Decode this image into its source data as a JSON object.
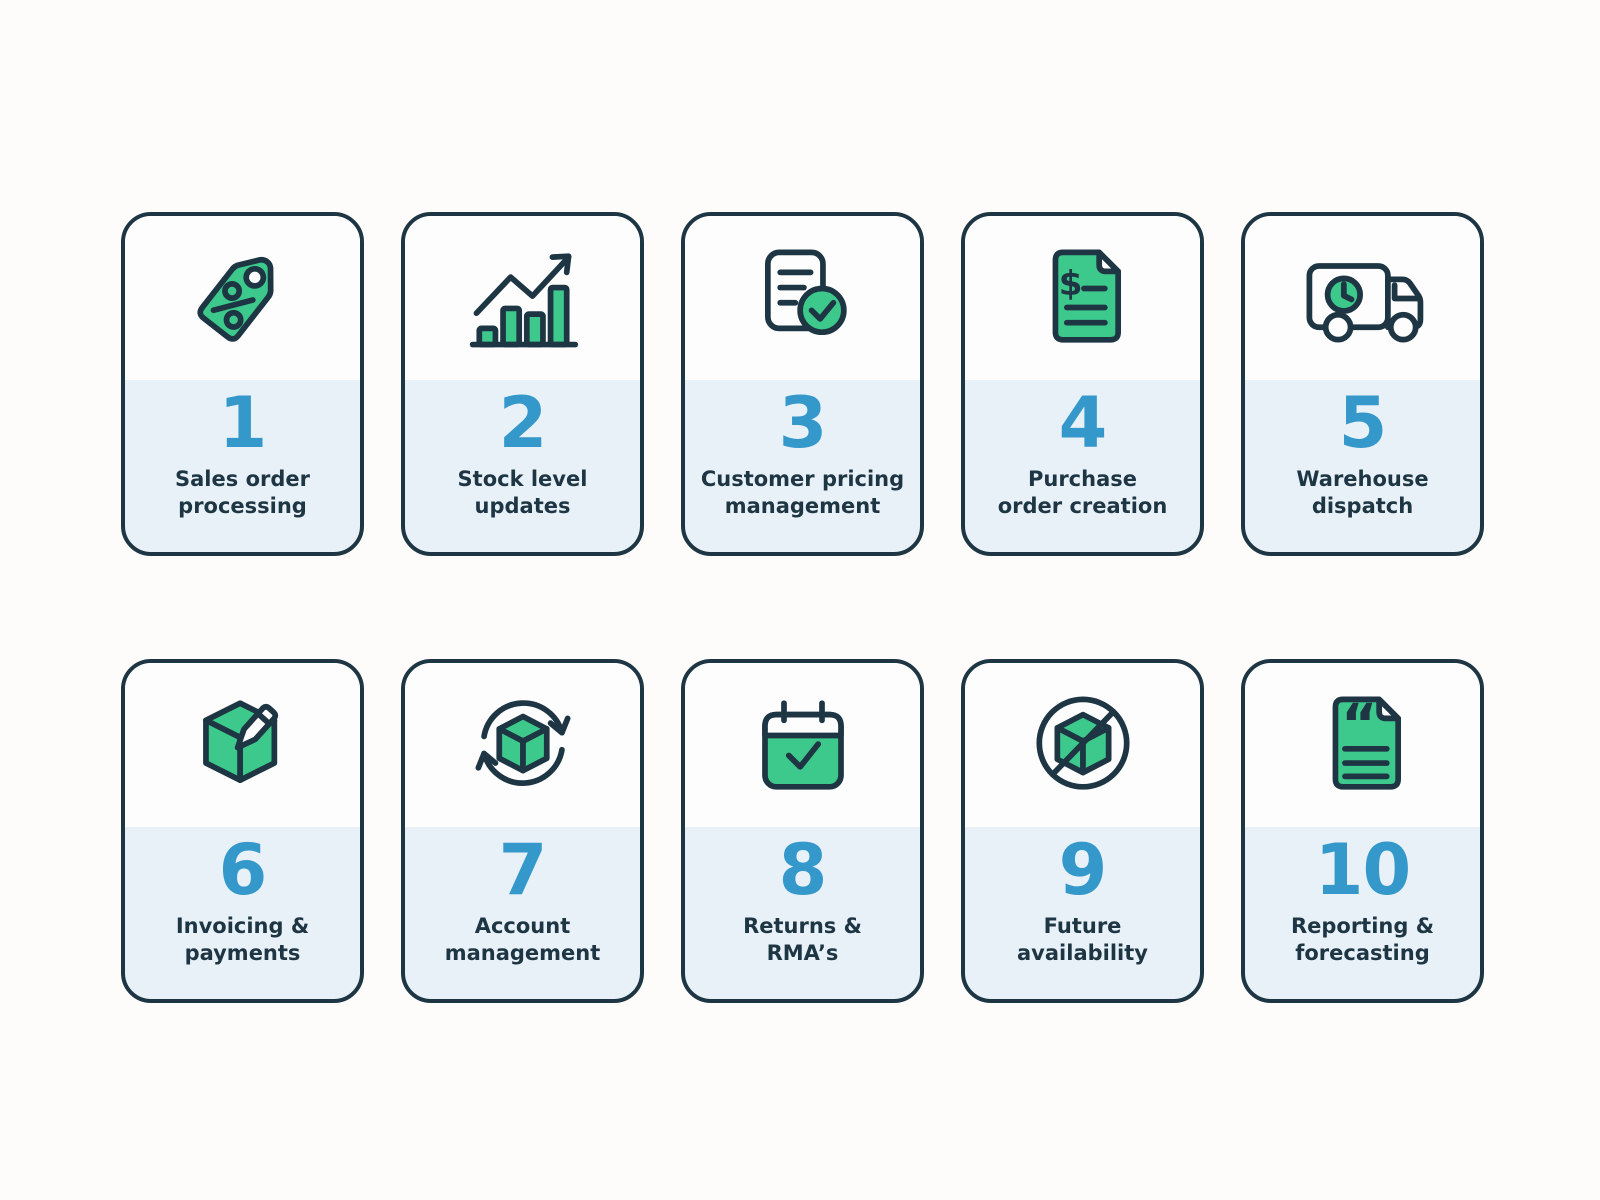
{
  "theme": {
    "green": "#3dc88c",
    "outline": "#1e3644",
    "number_blue": "#3498cb",
    "panel_blue": "#e9f1f8",
    "icon_bg": "#fdfdfd",
    "page_bg": "#fdfcfb"
  },
  "icon_glyphs": {
    "dollar": "$",
    "quote": "“"
  },
  "cards": [
    {
      "number": "1",
      "label": "Sales order\nprocessing",
      "icon": "tag-percent-icon"
    },
    {
      "number": "2",
      "label": "Stock level\nupdates",
      "icon": "growth-chart-icon"
    },
    {
      "number": "3",
      "label": "Customer pricing\nmanagement",
      "icon": "document-check-icon"
    },
    {
      "number": "4",
      "label": "Purchase\norder creation",
      "icon": "invoice-dollar-icon"
    },
    {
      "number": "5",
      "label": "Warehouse\ndispatch",
      "icon": "delivery-truck-icon"
    },
    {
      "number": "6",
      "label": "Invoicing &\npayments",
      "icon": "box-pencil-icon"
    },
    {
      "number": "7",
      "label": "Account\nmanagement",
      "icon": "cube-sync-icon"
    },
    {
      "number": "8",
      "label": "Returns &\nRMA’s",
      "icon": "calendar-check-icon"
    },
    {
      "number": "9",
      "label": "Future\navailability",
      "icon": "cube-unavailable-icon"
    },
    {
      "number": "10",
      "label": "Reporting &\nforecasting",
      "icon": "report-quote-icon"
    }
  ]
}
